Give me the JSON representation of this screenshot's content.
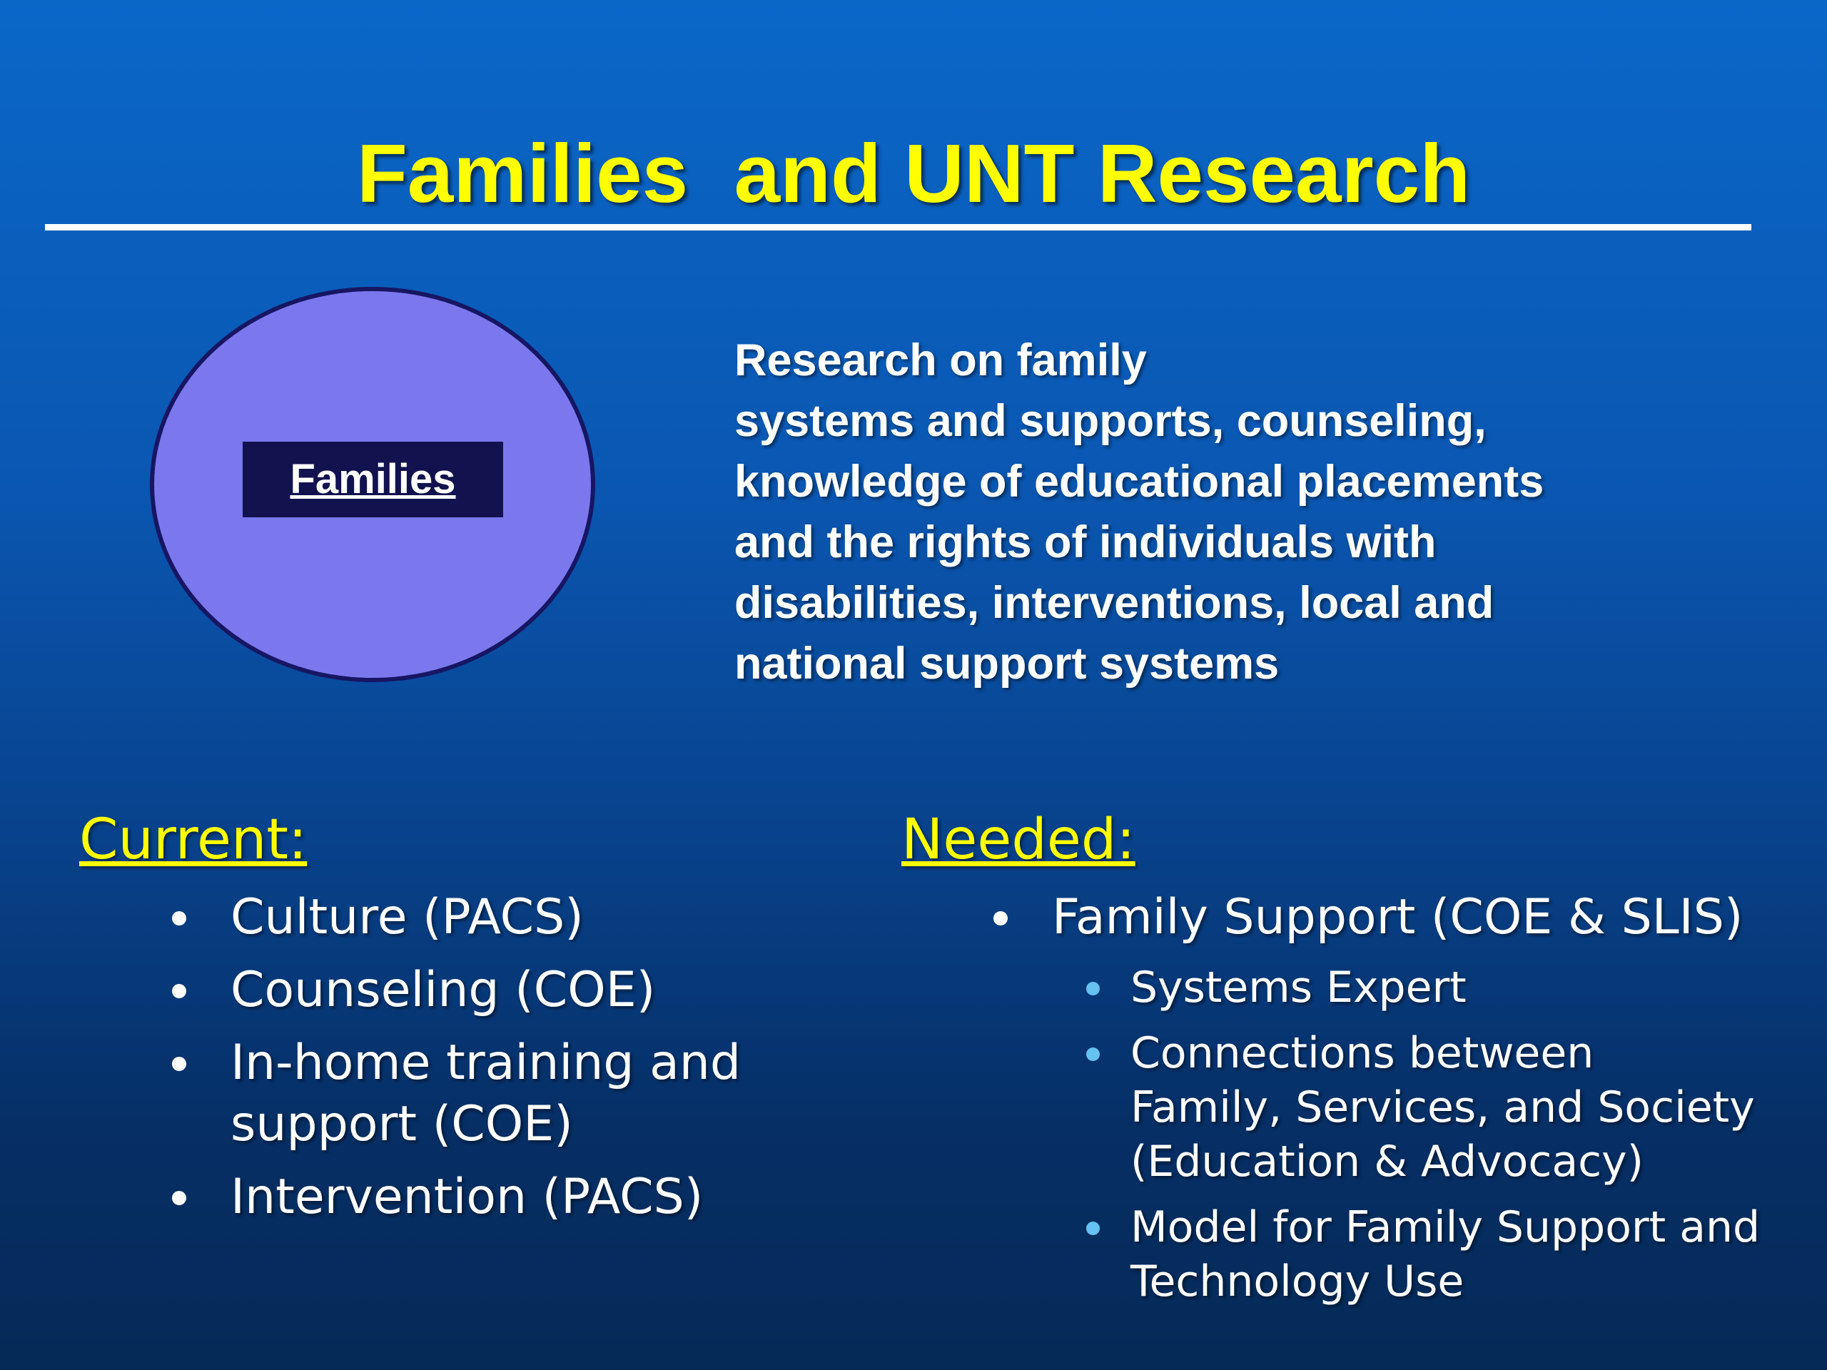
{
  "slide": {
    "title": "Families  and UNT Research",
    "circle_label": "Families",
    "description_lines": [
      "Research on family",
      "systems and supports, counseling,",
      "knowledge of  educational placements",
      "and the rights of individuals with",
      "disabilities, interventions, local and",
      "national support systems"
    ]
  },
  "current": {
    "heading": "Current:",
    "items": [
      {
        "lines": [
          "Culture (PACS)"
        ]
      },
      {
        "lines": [
          "Counseling (COE)"
        ]
      },
      {
        "lines": [
          "In-home training and",
          "support (COE)"
        ]
      },
      {
        "lines": [
          "Intervention (PACS)"
        ]
      }
    ]
  },
  "needed": {
    "heading": "Needed:",
    "item": "Family Support (COE & SLIS)",
    "subitems": [
      {
        "lines": [
          "Systems Expert"
        ]
      },
      {
        "lines": [
          "Connections between",
          "Family, Services, and Society",
          "(Education & Advocacy)"
        ]
      },
      {
        "lines": [
          "Model for Family Support and",
          "Technology Use"
        ]
      }
    ]
  },
  "colors": {
    "background_top": "#0a67c8",
    "background_bottom": "#052a57",
    "title": "#ffff00",
    "circle_fill": "#7b78ee",
    "label_box": "#12124f",
    "sub_bullet": "#66c2f0"
  }
}
